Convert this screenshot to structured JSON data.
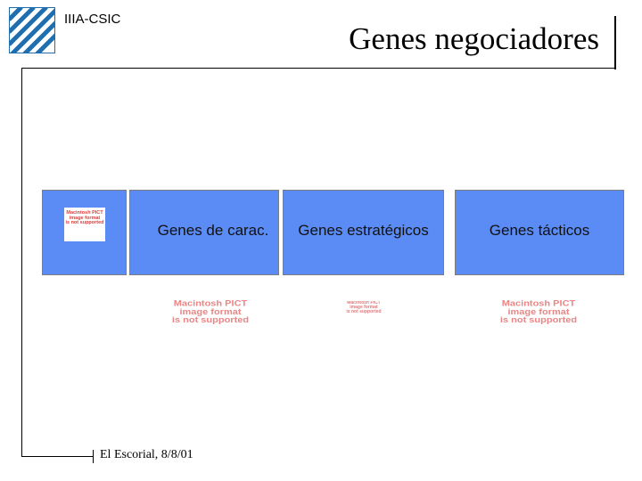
{
  "header": {
    "org": "IIIA-CSIC",
    "title": "Genes negociadores"
  },
  "boxes": [
    {
      "label": ""
    },
    {
      "label": "Genes de carac."
    },
    {
      "label": "Genes estratégicos"
    },
    {
      "label": "Genes tácticos"
    }
  ],
  "placeholders": {
    "line1": "Macintosh PICT",
    "line2": "image format",
    "line3": "is not supported"
  },
  "footer": {
    "text": "El Escorial, 8/8/01"
  },
  "colors": {
    "box_fill": "#5b8cf5",
    "placeholder_text": "#e03a3a",
    "logo_blue": "#1f6fb0"
  }
}
